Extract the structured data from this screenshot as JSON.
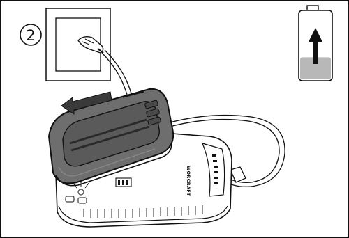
{
  "step": {
    "number": "2"
  },
  "charger": {
    "brand": "WORCRAFT"
  },
  "battery_indicator": {
    "icon": "battery-charging-icon",
    "level": 0.33,
    "fill_color": "#b8b8b8",
    "arrow": "up-arrow-icon"
  },
  "colors": {
    "line": "#111111",
    "battery_body": "#6e6e6e",
    "battery_dark": "#4a4a4a",
    "charger_body": "#ffffff"
  },
  "icons": {
    "wall_socket": "wall-socket-icon",
    "plug": "plug-icon",
    "insert_arrow": "left-arrow-icon"
  }
}
